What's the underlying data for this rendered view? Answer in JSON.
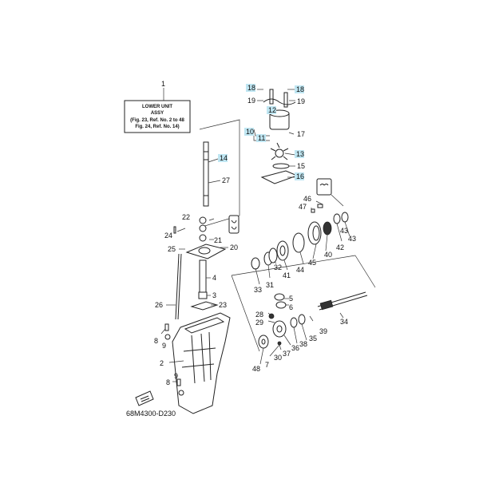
{
  "box": {
    "number": "1",
    "line1": "LOWER UNIT",
    "line2": "ASSY",
    "line3": "(Fig. 23, Ref. No. 2 to 48",
    "line4": "Fig. 24, Ref. No. 14)"
  },
  "drawing_code": "68M4300-D230",
  "highlight_color": "#bfe6f2",
  "callouts": {
    "c2": "2",
    "c3": "3",
    "c4": "4",
    "c5": "5",
    "c6": "6",
    "c7": "7",
    "c8a": "8",
    "c8b": "8",
    "c9a": "9",
    "c9b": "9",
    "c10": "10",
    "c11": "11",
    "c12": "12",
    "c13": "13",
    "c14": "14",
    "c15": "15",
    "c16": "16",
    "c17": "17",
    "c18a": "18",
    "c18b": "18",
    "c19a": "19",
    "c19b": "19",
    "c20": "20",
    "c21": "21",
    "c22": "22",
    "c23": "23",
    "c24": "24",
    "c25": "25",
    "c26": "26",
    "c27": "27",
    "c28": "28",
    "c29": "29",
    "c30": "30",
    "c31": "31",
    "c32": "32",
    "c33": "33",
    "c34": "34",
    "c35": "35",
    "c36": "36",
    "c37": "37",
    "c38": "38",
    "c39": "39",
    "c40": "40",
    "c41": "41",
    "c42": "42",
    "c43": "43",
    "c44": "44",
    "c45": "45",
    "c46": "46",
    "c47": "47",
    "c48": "48"
  }
}
